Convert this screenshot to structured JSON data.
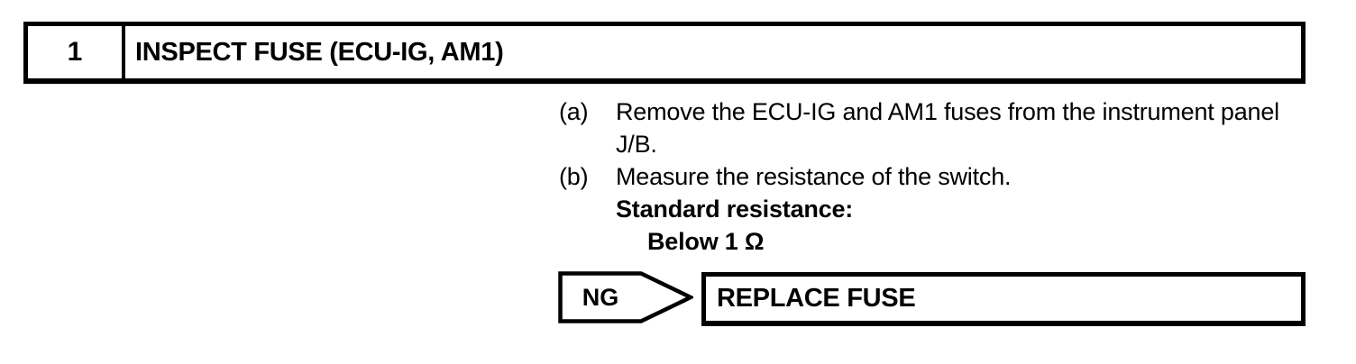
{
  "page": {
    "background": "#ffffff",
    "foreground": "#000000"
  },
  "step_header": {
    "number": "1",
    "title": "INSPECT FUSE (ECU-IG, AM1)"
  },
  "instructions": [
    {
      "label": "(a)",
      "text": "Remove the ECU-IG and AM1 fuses from the instrument panel J/B."
    },
    {
      "label": "(b)",
      "text": "Measure the resistance of the switch."
    }
  ],
  "spec": {
    "heading": "Standard resistance:",
    "value": "Below 1 Ω"
  },
  "result": {
    "verdict": "NG",
    "action": "REPLACE FUSE",
    "arrow_icon": "ng-pointer-pentagon-icon"
  }
}
